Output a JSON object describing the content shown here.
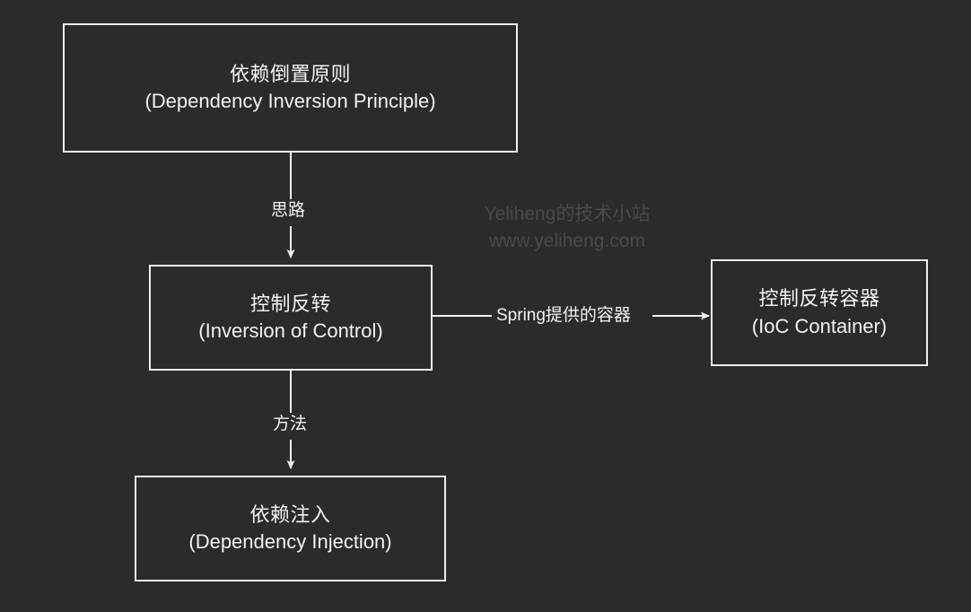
{
  "diagram": {
    "background_color": "#2b2b2b",
    "stroke_color": "#efefef",
    "text_color": "#f2f2f2",
    "nodes": [
      {
        "id": "dependency-inversion-principle",
        "title_cn": "依赖倒置原则",
        "title_en": "(Dependency Inversion Principle)"
      },
      {
        "id": "inversion-of-control",
        "title_cn": "控制反转",
        "title_en": "(Inversion of Control)"
      },
      {
        "id": "ioc-container",
        "title_cn": "控制反转容器",
        "title_en": "(IoC Container)"
      },
      {
        "id": "dependency-injection",
        "title_cn": "依赖注入",
        "title_en": "(Dependency Injection)"
      }
    ],
    "edges": [
      {
        "id": "dip-to-ioc",
        "from": "dependency-inversion-principle",
        "to": "inversion-of-control",
        "label": "思路",
        "direction": "down"
      },
      {
        "id": "ioc-to-di",
        "from": "inversion-of-control",
        "to": "dependency-injection",
        "label": "方法",
        "direction": "down"
      },
      {
        "id": "ioc-to-container",
        "from": "inversion-of-control",
        "to": "ioc-container",
        "label": "Spring提供的容器",
        "direction": "right"
      }
    ]
  },
  "watermark": {
    "line1": "Yeliheng的技术小站",
    "line2": "www.yeliheng.com",
    "color": "#4b4b4b"
  }
}
